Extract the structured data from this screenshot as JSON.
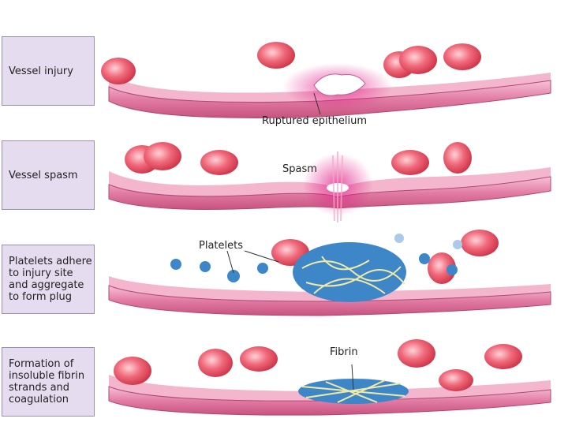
{
  "panels": [
    {
      "label": "Vessel injury",
      "annotation": "Ruptured epithelium"
    },
    {
      "label": "Vessel spasm",
      "annotation": "Spasm"
    },
    {
      "label": "Platelets adhere to injury site and aggregate to form plug",
      "annotation": "Platelets"
    },
    {
      "label": "Formation of insoluble fibrin strands and coagulation",
      "annotation": "Fibrin"
    }
  ],
  "colors": {
    "label_bg": "#e6dcef",
    "vessel_wall": "#d96b95",
    "vessel_inner": "#f4b6cd",
    "red_cell": "#e4475c",
    "platelet": "#3d87c9",
    "fibrin": "#f1e9a4",
    "injury_glow": "#e0208a"
  }
}
